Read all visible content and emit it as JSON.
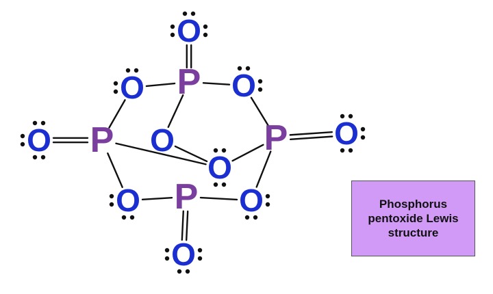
{
  "diagram": {
    "caption": "Phosphorus\npentoxide Lewis\nstructure",
    "atoms": [
      {
        "id": "O_top",
        "element": "O",
        "label": "O"
      },
      {
        "id": "P1",
        "element": "P",
        "label": "P"
      },
      {
        "id": "O_b1",
        "element": "O",
        "label": "O"
      },
      {
        "id": "O_b2",
        "element": "O",
        "label": "O"
      },
      {
        "id": "P2",
        "element": "P",
        "label": "P"
      },
      {
        "id": "O_left",
        "element": "O",
        "label": "O"
      },
      {
        "id": "O_b3",
        "element": "O",
        "label": "O"
      },
      {
        "id": "P3",
        "element": "P",
        "label": "P"
      },
      {
        "id": "O_right",
        "element": "O",
        "label": "O"
      },
      {
        "id": "O_b4",
        "element": "O",
        "label": "O"
      },
      {
        "id": "O_b5",
        "element": "O",
        "label": "O"
      },
      {
        "id": "P4",
        "element": "P",
        "label": "P"
      },
      {
        "id": "O_b6",
        "element": "O",
        "label": "O"
      },
      {
        "id": "O_bottom",
        "element": "O",
        "label": "O"
      }
    ],
    "bonds": [
      {
        "from": "O_top",
        "to": "P1",
        "order": 2
      },
      {
        "from": "O_b1",
        "to": "P1",
        "order": 1
      },
      {
        "from": "P1",
        "to": "O_b2",
        "order": 1
      },
      {
        "from": "P1",
        "to": "O_b3",
        "order": 1
      },
      {
        "from": "O_b1",
        "to": "P2",
        "order": 1
      },
      {
        "from": "O_b2",
        "to": "P3",
        "order": 1
      },
      {
        "from": "O_left",
        "to": "P2",
        "order": 2
      },
      {
        "from": "P3",
        "to": "O_right",
        "order": 2
      },
      {
        "from": "P2",
        "to": "O_b5",
        "order": 1
      },
      {
        "from": "P2",
        "to": "O_b4",
        "order": 1
      },
      {
        "from": "O_b3",
        "to": "O_b4",
        "order": 1
      },
      {
        "from": "P3",
        "to": "O_b4",
        "order": 1
      },
      {
        "from": "P3",
        "to": "O_b6",
        "order": 1
      },
      {
        "from": "O_b5",
        "to": "P4",
        "order": 1
      },
      {
        "from": "P4",
        "to": "O_b6",
        "order": 1
      },
      {
        "from": "P4",
        "to": "O_bottom",
        "order": 2
      }
    ],
    "colors": {
      "oxygen": "#1b2fd0",
      "phosphorus": "#7a3f9e",
      "bond": "#111111",
      "caption_fill": "#d19af7",
      "caption_border": "#555555"
    }
  }
}
